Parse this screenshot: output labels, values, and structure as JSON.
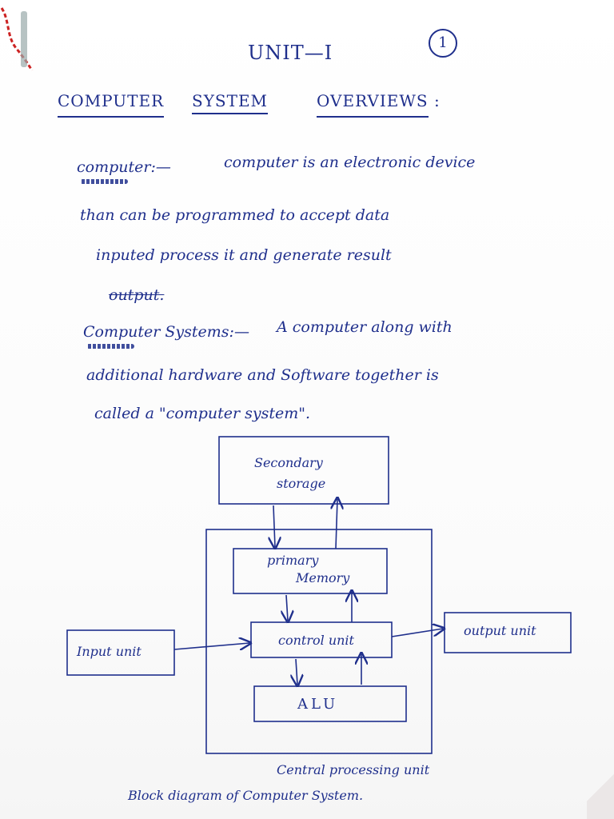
{
  "header": {
    "unit_title": "UNIT—I",
    "page_number": "1"
  },
  "heading": {
    "part1": "COMPUTER",
    "part2": "SYSTEM",
    "part3": "OVERVIEWS",
    "colon": ":"
  },
  "definitions": {
    "computer": {
      "term": "computer:—",
      "lines": [
        "computer is an electronic device",
        "than can be programmed to accept data",
        "inputed process it and generate result",
        "output."
      ]
    },
    "computer_system": {
      "term": "Computer Systems:—",
      "lines": [
        "A computer along with",
        "additional hardware and Software together is",
        "called a \"computer system\"."
      ]
    }
  },
  "diagram": {
    "secondary_storage": [
      "Secondary",
      "storage"
    ],
    "primary_memory": [
      "primary",
      "Memory"
    ],
    "control_unit": "control unit",
    "alu": "ALU",
    "input_unit": "Input unit",
    "output_unit": "output unit",
    "cpu_label": "Central processing unit",
    "caption": "Block diagram of Computer System."
  }
}
